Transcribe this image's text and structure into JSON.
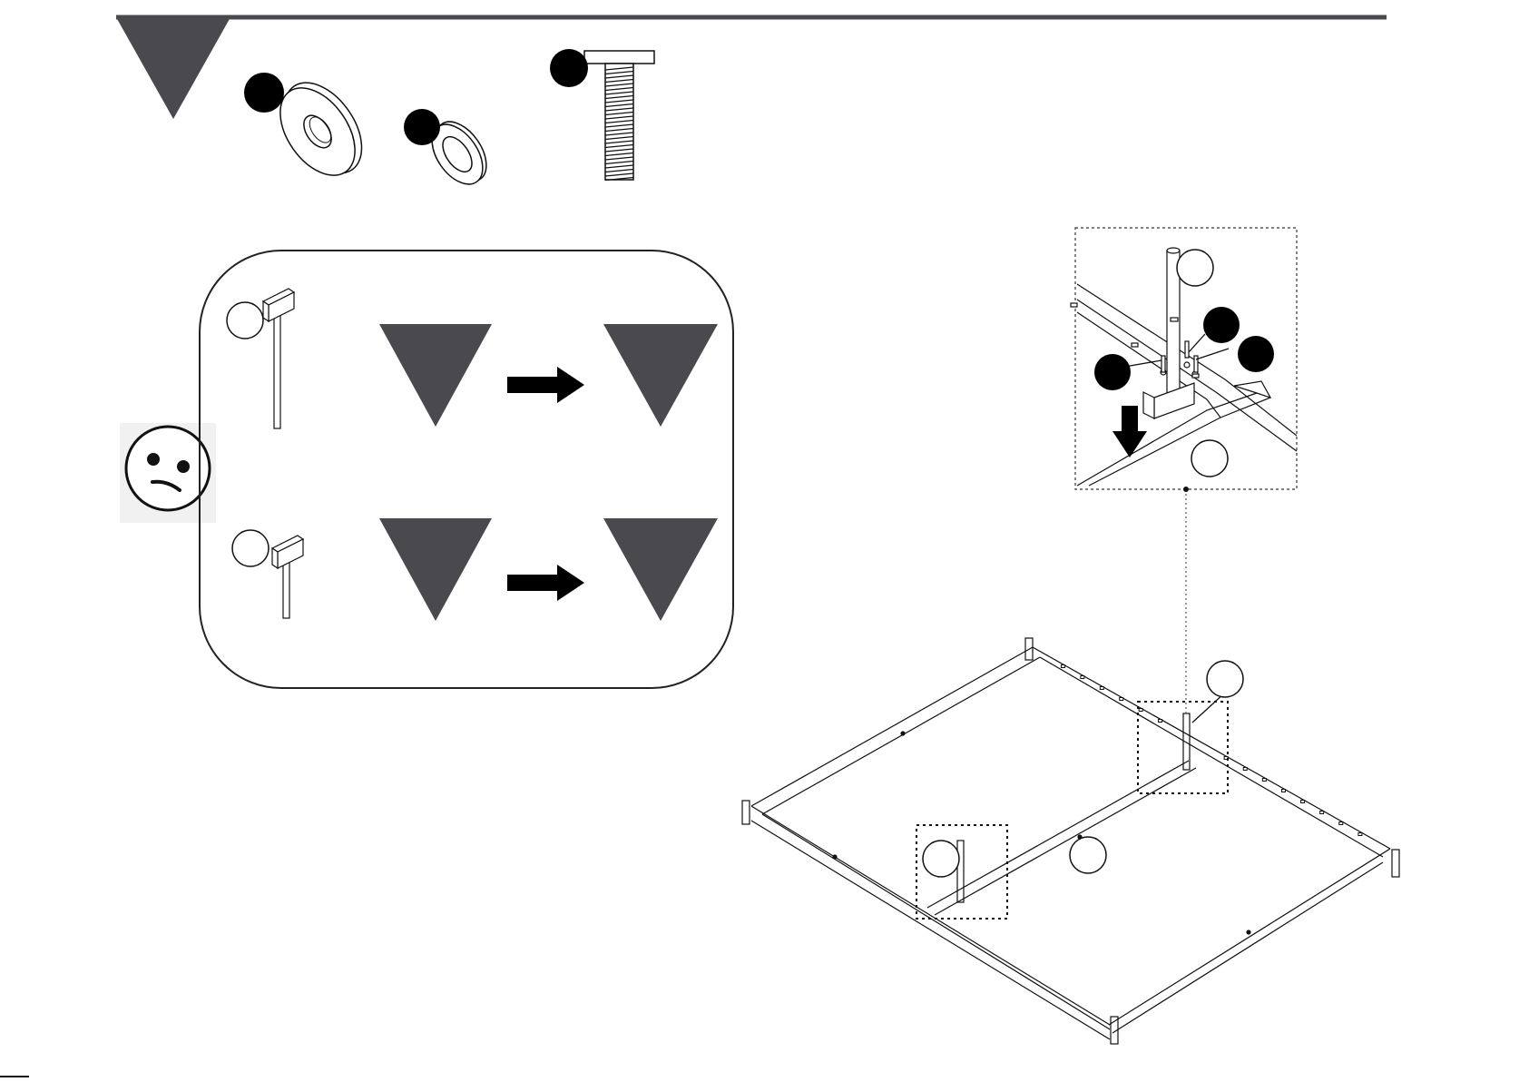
{
  "step": {
    "number": ""
  },
  "hardware": [
    {
      "name": "flat-washer",
      "label": ""
    },
    {
      "name": "lock-washer",
      "label": ""
    },
    {
      "name": "bolt",
      "label": ""
    }
  ],
  "warning_panel": {
    "icon": "sad-face-icon",
    "rows": [
      {
        "part_label": "",
        "from_step": "",
        "to_step": ""
      },
      {
        "part_label": "",
        "from_step": "",
        "to_step": ""
      }
    ]
  },
  "detail_view": {
    "callouts": [
      "",
      "",
      "",
      "",
      ""
    ]
  },
  "main_view": {
    "callouts": [
      "",
      "",
      ""
    ]
  },
  "footer": {
    "text": ""
  },
  "colors": {
    "triangle": "#4a494d",
    "line": "#111111",
    "header_rule": "#4a494d",
    "panel_border": "#222222"
  }
}
